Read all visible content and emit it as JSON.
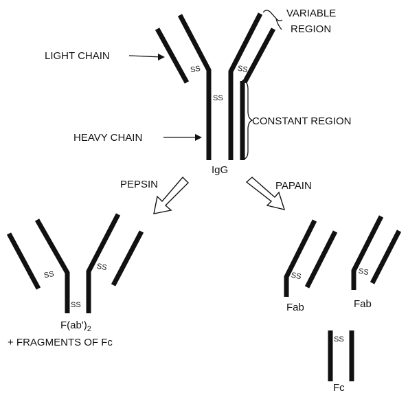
{
  "diagram": {
    "labels": {
      "variable_region_1": "VARIABLE",
      "variable_region_2": "REGION",
      "light_chain": "LIGHT CHAIN",
      "constant_region": "CONSTANT REGION",
      "heavy_chain": "HEAVY CHAIN",
      "igg": "IgG",
      "pepsin": "PEPSIN",
      "papain": "PAPAIN",
      "fab_prime_base": "F(ab')",
      "fab_prime_sub": "2",
      "fragments_fc": "+ FRAGMENTS OF Fc",
      "fab_left": "Fab",
      "fab_right": "Fab",
      "fc": "Fc"
    },
    "disulfide": "SS"
  }
}
